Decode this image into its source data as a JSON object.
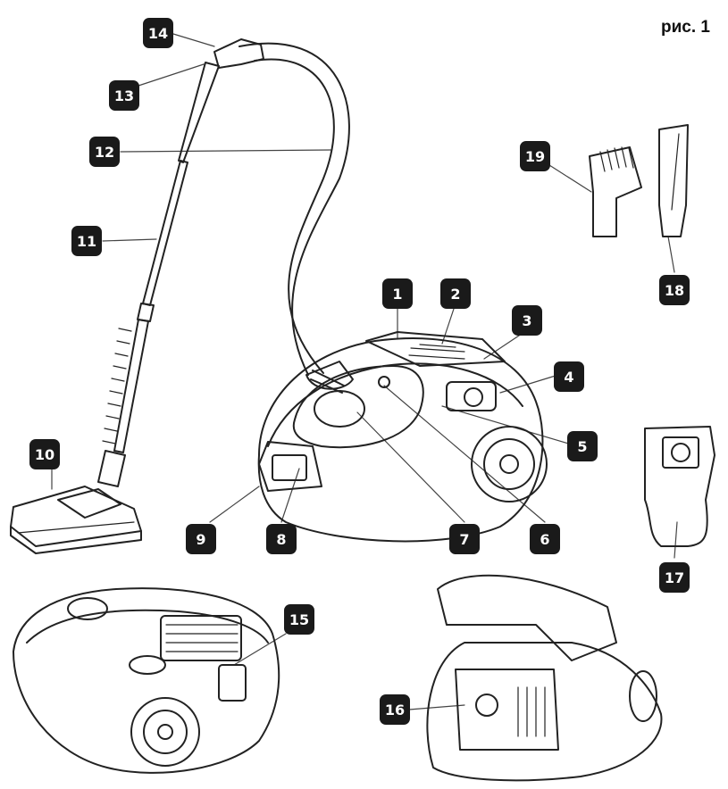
{
  "figure": {
    "title": "рис. 1"
  },
  "callouts": [
    "1",
    "2",
    "3",
    "4",
    "5",
    "6",
    "7",
    "8",
    "9",
    "10",
    "11",
    "12",
    "13",
    "14",
    "15",
    "16",
    "17",
    "18",
    "19"
  ]
}
